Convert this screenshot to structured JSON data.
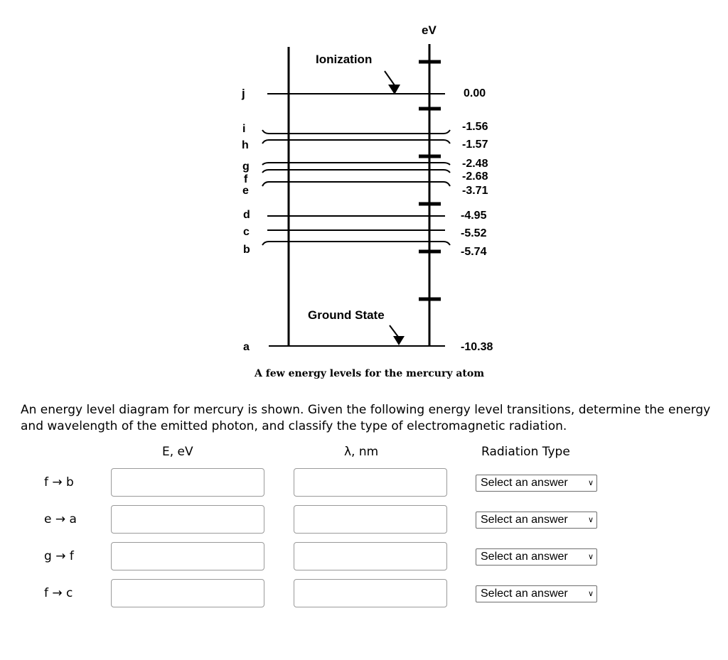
{
  "diagram": {
    "unit": "eV",
    "ionization_label": "Ionization",
    "ground_state_label": "Ground State",
    "caption": "A few energy levels for the mercury atom",
    "levels": [
      {
        "letter": "j",
        "value": "0.00"
      },
      {
        "letter": "i",
        "value": "-1.56"
      },
      {
        "letter": "h",
        "value": "-1.57"
      },
      {
        "letter": "g",
        "value": "-2.48"
      },
      {
        "letter": "f",
        "value": "-2.68"
      },
      {
        "letter": "e",
        "value": "-3.71"
      },
      {
        "letter": "d",
        "value": "-4.95"
      },
      {
        "letter": "c",
        "value": "-5.52"
      },
      {
        "letter": "b",
        "value": "-5.74"
      },
      {
        "letter": "a",
        "value": "-10.38"
      }
    ]
  },
  "question": {
    "prompt": "An energy level diagram for mercury is shown.  Given the following energy level transitions, determine the energy and wavelength of the emitted photon, and classify the type of electromagnetic radiation.",
    "headers": {
      "energy": "E, eV",
      "wavelength": "λ, nm",
      "radiation": "Radiation Type"
    },
    "rows": [
      {
        "transition": "f → b",
        "energy": "",
        "wavelength": "",
        "radiation": "Select an answer"
      },
      {
        "transition": "e → a",
        "energy": "",
        "wavelength": "",
        "radiation": "Select an answer"
      },
      {
        "transition": "g → f",
        "energy": "",
        "wavelength": "",
        "radiation": "Select an answer"
      },
      {
        "transition": "f → c",
        "energy": "",
        "wavelength": "",
        "radiation": "Select an answer"
      }
    ]
  }
}
